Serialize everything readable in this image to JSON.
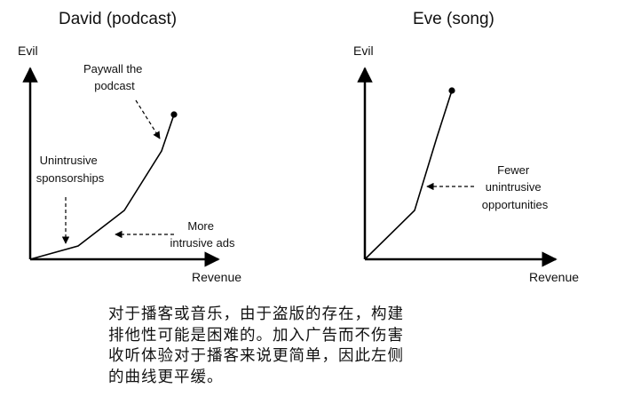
{
  "left_panel": {
    "title": "David (podcast)",
    "y_axis_label": "Evil",
    "x_axis_label": "Revenue",
    "annotations": {
      "paywall": [
        "Paywall the",
        "podcast"
      ],
      "sponsorships": [
        "Unintrusive",
        "sponsorships"
      ],
      "ads": [
        "More",
        "intrusive ads"
      ]
    }
  },
  "right_panel": {
    "title": "Eve (song)",
    "y_axis_label": "Evil",
    "x_axis_label": "Revenue",
    "annotations": {
      "fewer": [
        "Fewer",
        "unintrusive",
        "opportunities"
      ]
    }
  },
  "caption_lines": [
    "对于播客或音乐，由于盗版的存在，构建",
    "排他性可能是困难的。加入广告而不伤害",
    "收听体验对于播客来说更简单，因此左侧",
    "的曲线更平缓。"
  ]
}
